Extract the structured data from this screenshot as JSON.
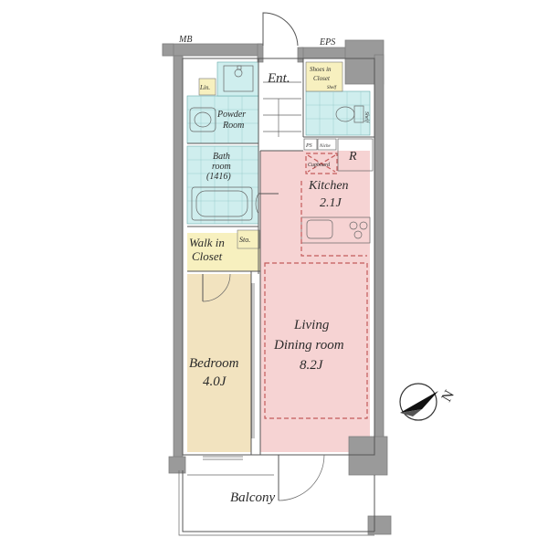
{
  "labels": {
    "mb": "MB",
    "eps": "EPS",
    "entrance": "Ent.",
    "shoes_line1": "Shoes in",
    "shoes_line2": "Closet",
    "shelf_small": "Shelf",
    "shelf_wc": "Shelf",
    "linen": "Lin.",
    "powder_line1": "Powder",
    "powder_line2": "Room",
    "bath_line1": "Bath",
    "bath_line2": "room",
    "bath_line3": "(1416)",
    "ps": "PS",
    "niche": "Niche",
    "cupboard": "Cupboard",
    "refrigerator": "R",
    "kitchen_line1": "Kitchen",
    "kitchen_line2": "2.1J",
    "walkin_line1": "Walk in",
    "walkin_line2": "Closet",
    "storage": "Sto.",
    "living_line1": "Living",
    "living_line2": "Dining room",
    "living_line3": "8.2J",
    "bedroom_line1": "Bedroom",
    "bedroom_line2": "4.0J",
    "balcony": "Balcony",
    "north": "N"
  },
  "colors": {
    "wall": "#9a9a9a",
    "living": "#f6d3d3",
    "kitchen": "#f6d3d3",
    "bedroom": "#f2e3bf",
    "closet": "#f7f0bf",
    "wet_area": "#cfeeee",
    "dashed_outline": "#c35b5b"
  }
}
